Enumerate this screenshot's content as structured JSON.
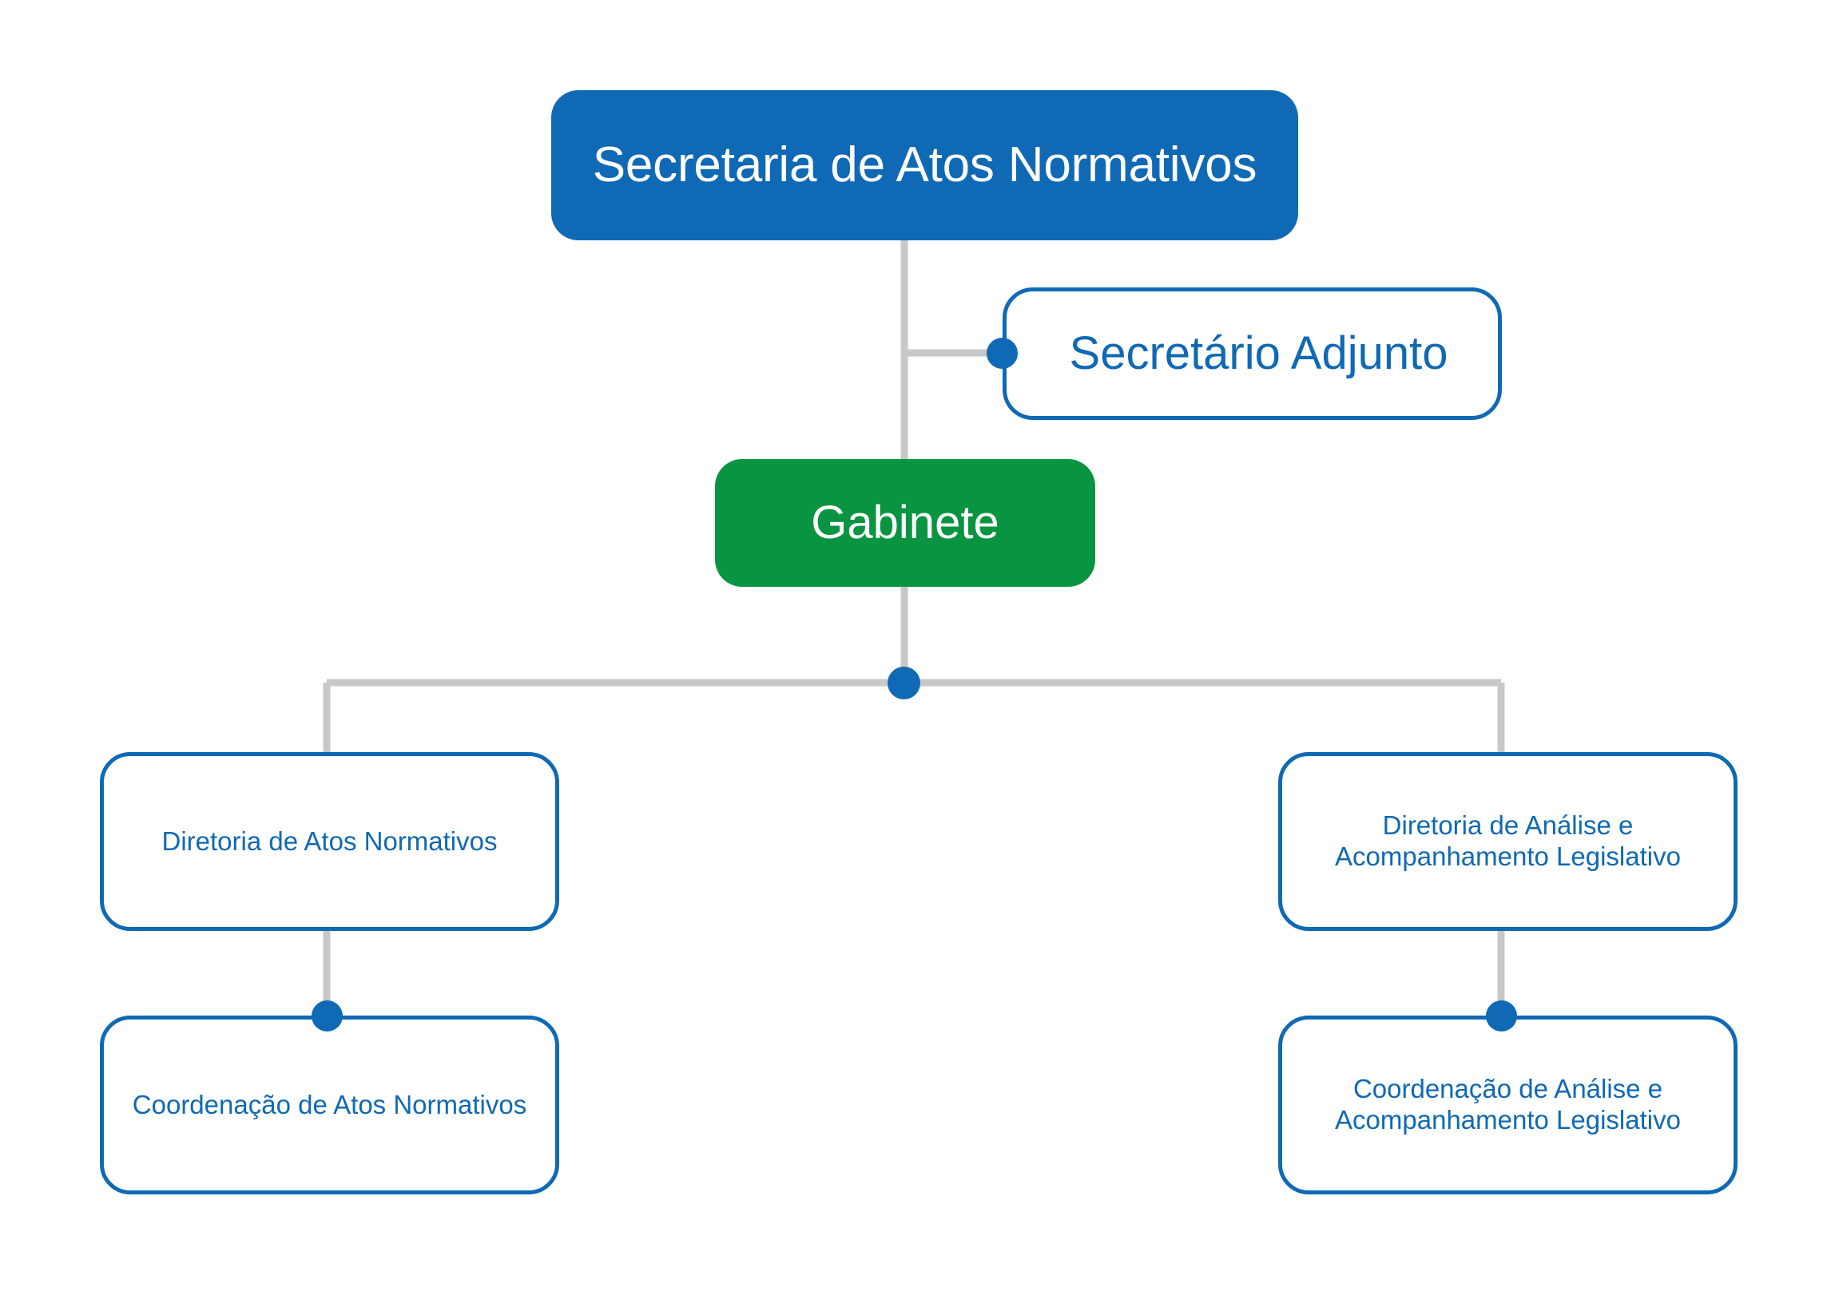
{
  "diagram": {
    "title": "Organograma - Secretaria de Atos Normativos",
    "type": "org-chart",
    "background_color": "#ffffff",
    "palette": {
      "primary_blue": "#1069b4",
      "green": "#089440",
      "connector_gray": "#c6c8ca",
      "white": "#ffffff"
    }
  },
  "nodes": {
    "root": {
      "label": "Secretaria de Atos Normativos",
      "style": "filled-blue",
      "fill": "#1069b4",
      "text_color": "#ffffff"
    },
    "adjunto": {
      "label": "Secretário Adjunto",
      "style": "outlined-blue",
      "fill": "#ffffff",
      "text_color": "#1069b4"
    },
    "gabinete": {
      "label": "Gabinete",
      "style": "filled-green",
      "fill": "#089440",
      "text_color": "#ffffff"
    },
    "diretoria_atos": {
      "label": "Diretoria de Atos Normativos",
      "style": "outlined-blue",
      "fill": "#ffffff",
      "text_color": "#1069b4"
    },
    "diretoria_analise": {
      "label": "Diretoria de Análise e Acompanhamento Legislativo",
      "style": "outlined-blue",
      "fill": "#ffffff",
      "text_color": "#1069b4"
    },
    "coordenacao_atos": {
      "label": "Coordenação de Atos Normativos",
      "style": "outlined-blue",
      "fill": "#ffffff",
      "text_color": "#1069b4"
    },
    "coordenacao_analise": {
      "label": "Coordenação de Análise e Acompanhamento Legislativo",
      "style": "outlined-blue",
      "fill": "#ffffff",
      "text_color": "#1069b4"
    }
  },
  "edges": [
    {
      "from": "root",
      "to": "adjunto",
      "kind": "staff"
    },
    {
      "from": "root",
      "to": "gabinete",
      "kind": "line"
    },
    {
      "from": "gabinete",
      "to": "diretoria_atos",
      "kind": "elbow"
    },
    {
      "from": "gabinete",
      "to": "diretoria_analise",
      "kind": "elbow"
    },
    {
      "from": "diretoria_atos",
      "to": "coordenacao_atos",
      "kind": "line"
    },
    {
      "from": "diretoria_analise",
      "to": "coordenacao_analise",
      "kind": "line"
    }
  ]
}
